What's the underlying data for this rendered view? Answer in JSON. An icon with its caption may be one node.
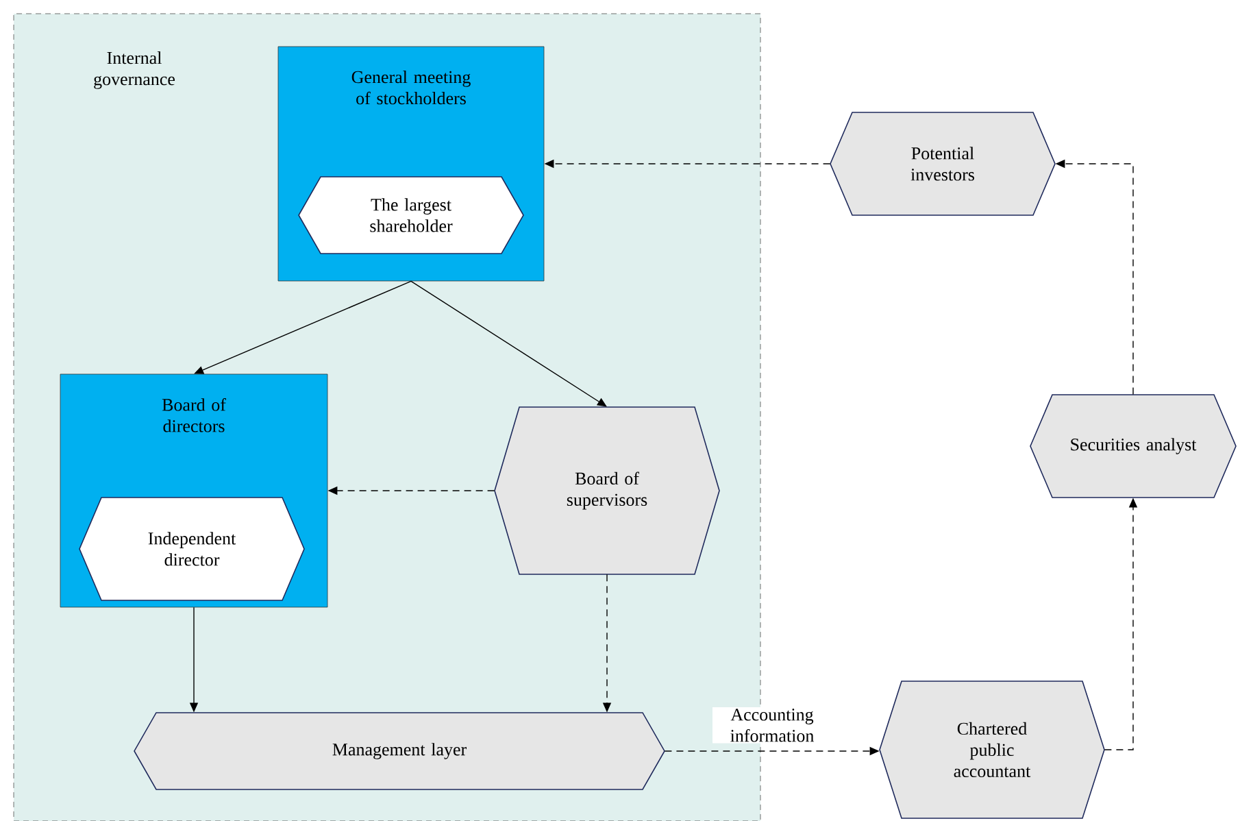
{
  "diagram": {
    "nodes": [
      {
        "text": [
          "Internal governance"
        ]
      },
      {
        "text": [
          "General meeting of stockholders"
        ],
        "in": 0
      },
      {
        "text": [
          "The largest shareholder"
        ],
        "in": 1
      },
      {
        "text": [
          "Board of directors"
        ],
        "in": 0
      },
      {
        "text": [
          "Independent director"
        ],
        "in": 3
      },
      {
        "text": [
          "Board of supervisors"
        ],
        "in": 0
      },
      {
        "text": [
          "Management layer"
        ],
        "in": 0
      },
      {
        "text": [
          "Potential investors"
        ]
      },
      {
        "text": [
          "Securities analyst"
        ]
      },
      {
        "text": [
          "Chartered public accountant"
        ]
      }
    ],
    "edges": [
      {
        "from": 1,
        "to": 3,
        "arrow": "to"
      },
      {
        "from": 1,
        "to": 5,
        "arrow": "to"
      },
      {
        "from": 5,
        "to": 3,
        "arrow": "to",
        "style": "dashed"
      },
      {
        "from": 3,
        "to": 6,
        "arrow": "to"
      },
      {
        "from": 5,
        "to": 6,
        "arrow": "to",
        "style": "dashed"
      },
      {
        "from": 6,
        "to": 9,
        "arrow": "to",
        "style": "dashed",
        "label": "Accounting information"
      },
      {
        "from": 9,
        "to": 8,
        "arrow": "to",
        "style": "dashed"
      },
      {
        "from": 8,
        "to": 7,
        "arrow": "to",
        "style": "dashed"
      },
      {
        "from": 7,
        "to": 1,
        "arrow": "to",
        "style": "dashed"
      }
    ]
  }
}
